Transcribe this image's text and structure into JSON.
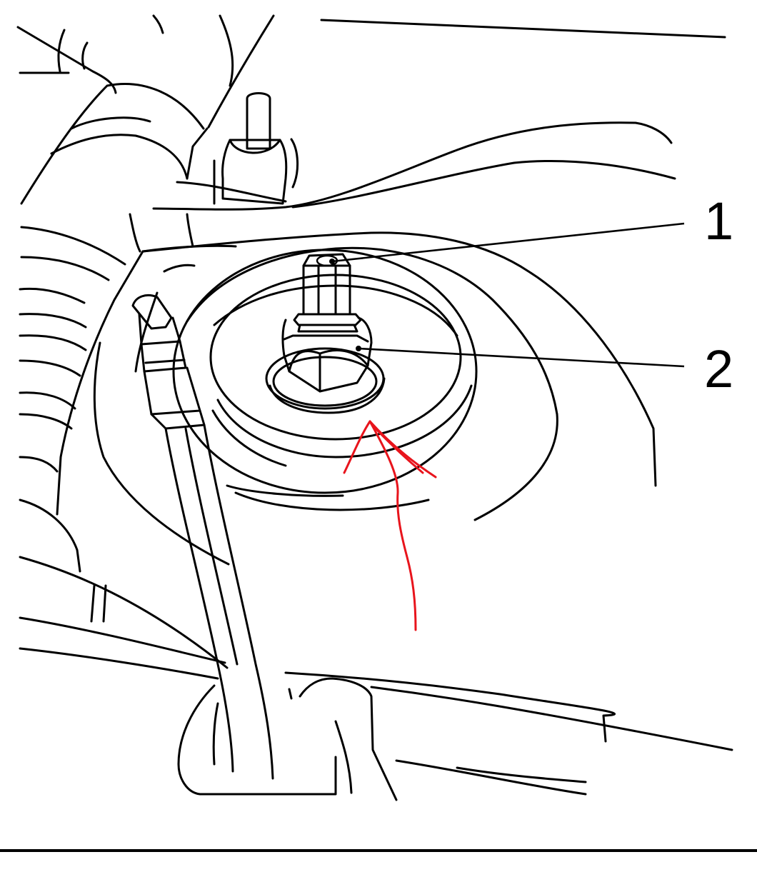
{
  "callouts": [
    {
      "number": "1",
      "part": "strut-rod"
    },
    {
      "number": "2",
      "part": "strut-mount-nut"
    }
  ],
  "colors": {
    "line_art": "#000000",
    "annotation_arrow": "#e8141c",
    "background": "#ffffff"
  }
}
